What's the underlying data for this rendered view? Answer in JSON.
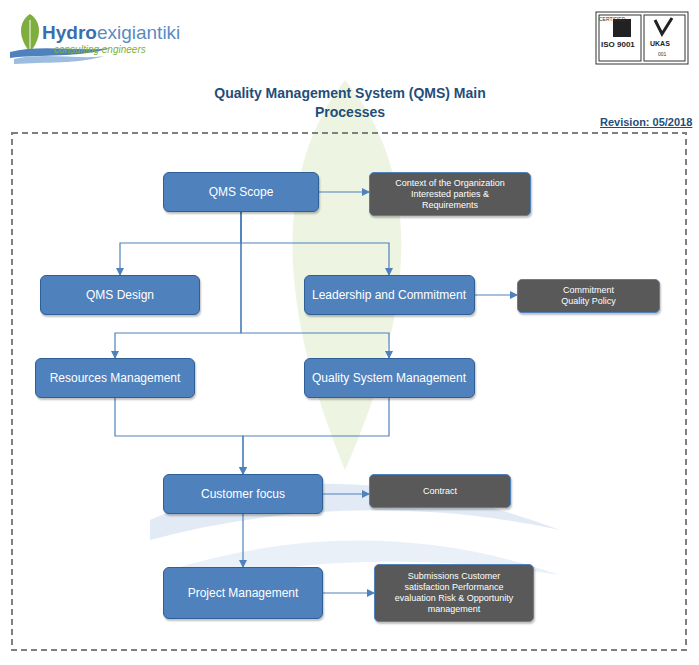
{
  "diagram": {
    "title": "Quality Management System (QMS) Main Processes",
    "nodes": [
      {
        "text": [
          "QMS Scope"
        ]
      },
      {
        "text": [
          "Context of the Organization Interested parties & Requirements"
        ]
      },
      {
        "text": [
          "QMS Design"
        ]
      },
      {
        "text": [
          "Leadership and Commitment"
        ]
      },
      {
        "text": [
          "Commitment Quality Policy"
        ]
      },
      {
        "text": [
          "Resources Management"
        ]
      },
      {
        "text": [
          "Quality System Management"
        ]
      },
      {
        "text": [
          "Customer focus"
        ]
      },
      {
        "text": [
          "Contract"
        ]
      },
      {
        "text": [
          "Project Management"
        ]
      },
      {
        "text": [
          "Submissions Customer satisfaction Performance evaluation Risk & Opportunity management"
        ]
      }
    ],
    "edges": [
      {
        "from": 0,
        "to": 1,
        "arrow": "to"
      },
      {
        "from": 0,
        "to": 2,
        "arrow": "to"
      },
      {
        "from": 0,
        "to": 3,
        "arrow": "to"
      },
      {
        "from": 3,
        "to": 4,
        "arrow": "to"
      },
      {
        "from": 0,
        "to": 5,
        "arrow": "to"
      },
      {
        "from": 0,
        "to": 6,
        "arrow": "to"
      },
      {
        "from": 5,
        "to": 7,
        "arrow": "to"
      },
      {
        "from": 6,
        "to": 7,
        "arrow": "to"
      },
      {
        "from": 7,
        "to": 8,
        "arrow": "to"
      },
      {
        "from": 7,
        "to": 9,
        "arrow": "to"
      },
      {
        "from": 9,
        "to": 10,
        "arrow": "to"
      }
    ],
    "labels": [
      "Hydro",
      "exigiantiki",
      "consulting engineers",
      "CERTIFIED",
      "ISO 9001",
      "UKAS",
      "001",
      "Revision: 05/2018"
    ]
  }
}
